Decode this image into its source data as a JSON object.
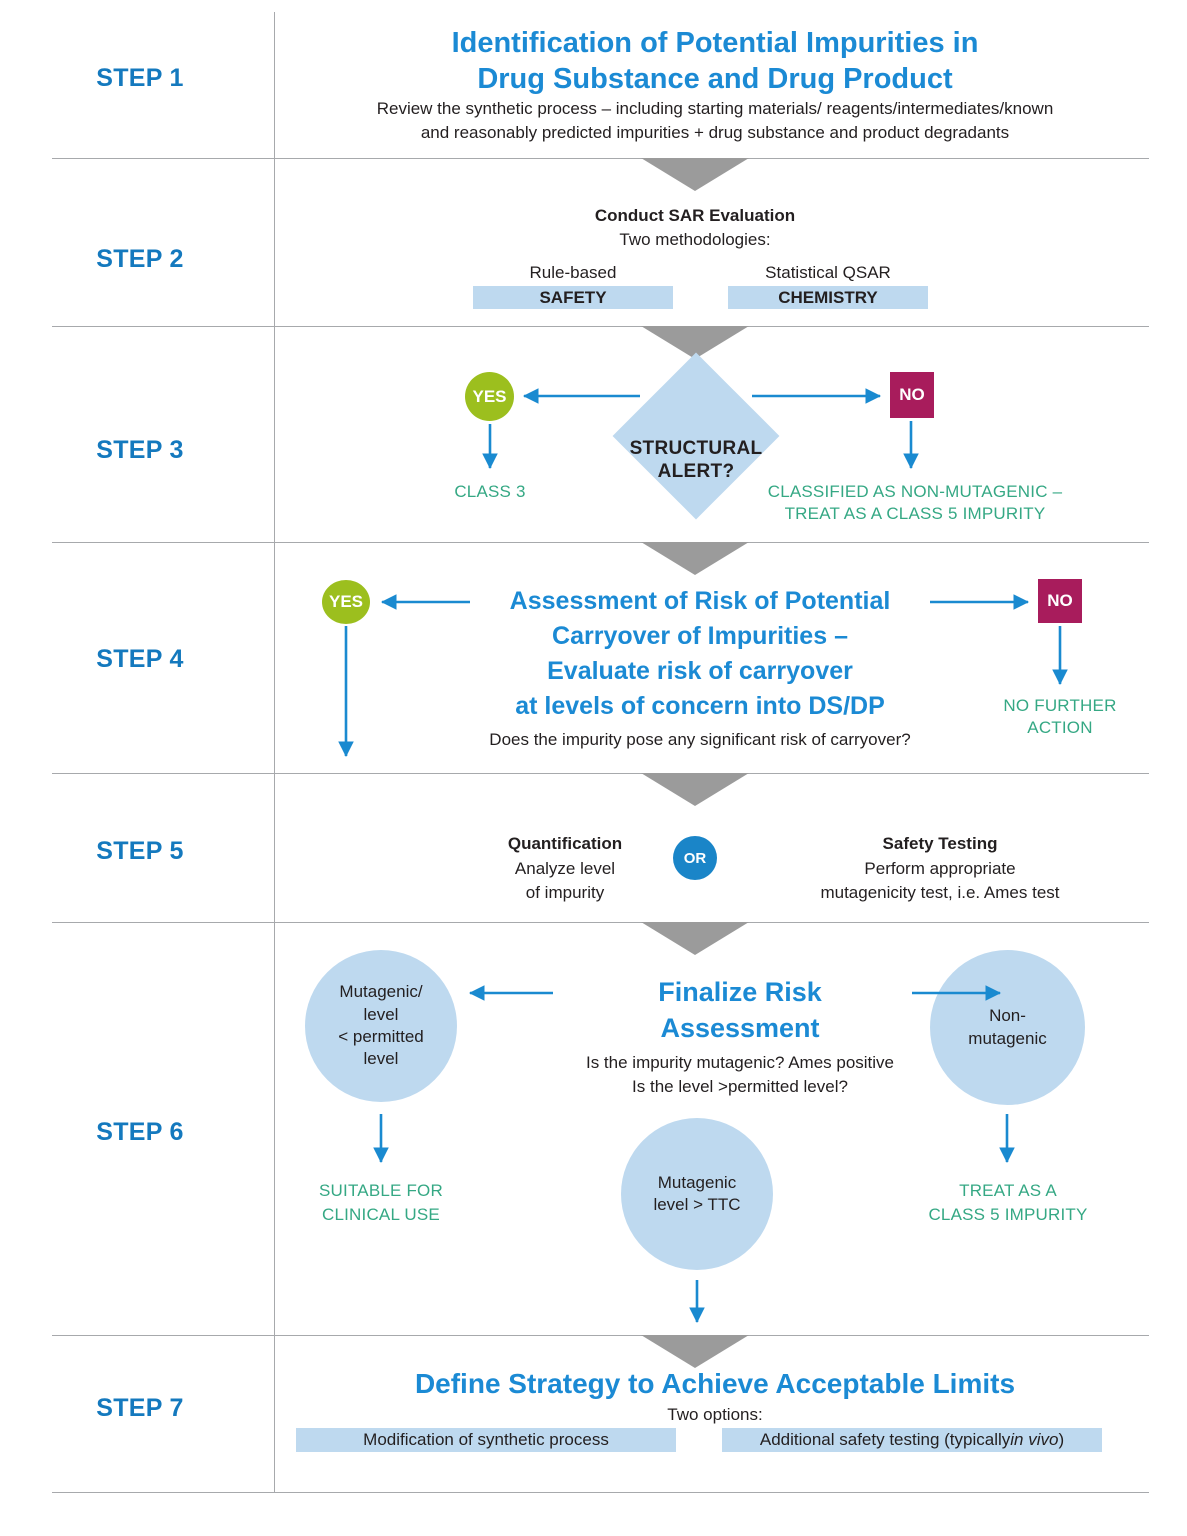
{
  "colors": {
    "accent_blue": "#1b8ad4",
    "step_blue": "#1479be",
    "arrow_blue": "#1a8ad0",
    "light_blue_fill": "#bed9ef",
    "green_text": "#35a884",
    "yes_green": "#9cbf1e",
    "no_magenta": "#a81c5c",
    "chevron_gray": "#9b9b9b",
    "rule_gray": "#a7a9ac"
  },
  "steps": [
    {
      "label": "STEP 1",
      "title_line1": "Identification of Potential Impurities in",
      "title_line2": "Drug Substance and Drug Product",
      "body_line1": "Review the synthetic process – including starting materials/ reagents/intermediates/known",
      "body_line2": "and reasonably predicted impurities + drug substance and product degradants"
    },
    {
      "label": "STEP 2",
      "heading": "Conduct SAR Evaluation",
      "subheading": "Two methodologies:",
      "options": [
        {
          "caption": "Rule-based",
          "box": "SAFETY"
        },
        {
          "caption": "Statistical QSAR",
          "box": "CHEMISTRY"
        }
      ]
    },
    {
      "label": "STEP 3",
      "decision_line1": "STRUCTURAL",
      "decision_line2": "ALERT?",
      "yes_badge": "YES",
      "no_badge": "NO",
      "yes_outcome": "CLASS 3",
      "no_outcome_line1": "CLASSIFIED AS NON-MUTAGENIC –",
      "no_outcome_line2": "TREAT AS A CLASS 5 IMPURITY"
    },
    {
      "label": "STEP 4",
      "title_line1": "Assessment of Risk of Potential",
      "title_line2": "Carryover of Impurities –",
      "title_line3": "Evaluate risk of carryover",
      "title_line4": "at levels of concern into DS/DP",
      "question": "Does the impurity pose any significant risk of carryover?",
      "yes_badge": "YES",
      "no_badge": "NO",
      "no_outcome_line1": "NO FURTHER",
      "no_outcome_line2": "ACTION"
    },
    {
      "label": "STEP 5",
      "connector": "OR",
      "left": {
        "heading": "Quantification",
        "line1": "Analyze level",
        "line2": "of impurity"
      },
      "right": {
        "heading": "Safety Testing",
        "line1": "Perform appropriate",
        "line2": "mutagenicity test, i.e. Ames test"
      }
    },
    {
      "label": "STEP 6",
      "title_line1": "Finalize Risk",
      "title_line2": "Assessment",
      "question_line1": "Is the impurity mutagenic? Ames positive",
      "question_line2": "Is the level >permitted level?",
      "left_circle": "Mutagenic/\nlevel\n< permitted\nlevel",
      "right_circle": "Non-\nmutagenic",
      "bottom_circle": "Mutagenic\nlevel > TTC",
      "left_outcome_line1": "SUITABLE FOR",
      "left_outcome_line2": "CLINICAL USE",
      "right_outcome_line1": "TREAT AS A",
      "right_outcome_line2": "CLASS 5 IMPURITY"
    },
    {
      "label": "STEP 7",
      "title": "Define Strategy to Achieve Acceptable Limits",
      "subheading": "Two options:",
      "options": [
        {
          "box": "Modification of synthetic process"
        },
        {
          "box_prefix": "Additional safety testing (typically ",
          "box_italic": "in vivo",
          "box_suffix": ")"
        }
      ]
    }
  ]
}
